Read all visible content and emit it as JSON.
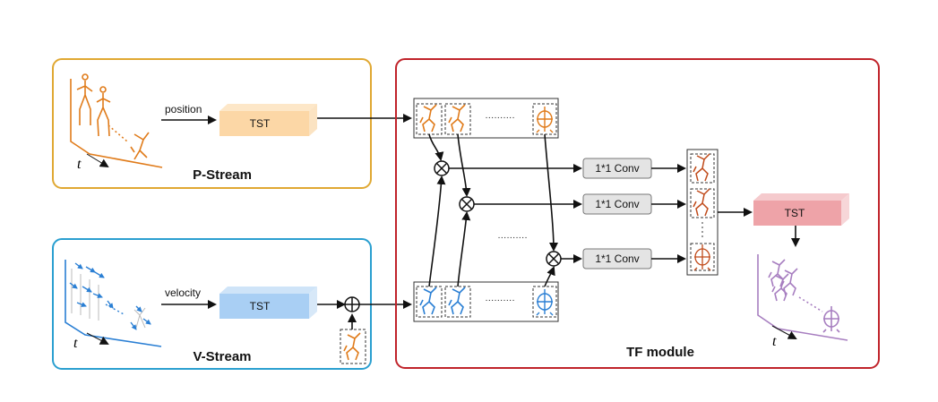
{
  "colors": {
    "p_stream_border": "#e0a832",
    "v_stream_border": "#2a9fd0",
    "tf_border": "#c0232a",
    "orange_skeleton": "#e07b1a",
    "blue_skeleton": "#2a7fd4",
    "purple_skeleton": "#a77ec0",
    "tst_orange": "#fcd7a6",
    "tst_blue": "#a9cff4",
    "tst_red": "#eea3a8",
    "conv_fill": "#e4e4e4"
  },
  "p_stream": {
    "title": "P-Stream",
    "input_label": "position",
    "block_label": "TST",
    "axis_label": "t"
  },
  "v_stream": {
    "title": "V-Stream",
    "input_label": "velocity",
    "block_label": "TST",
    "axis_label": "t"
  },
  "tf_module": {
    "title": "TF module",
    "conv_labels": [
      "1*1 Conv",
      "1*1 Conv",
      "1*1 Conv"
    ],
    "output_block_label": "TST",
    "axis_label": "t",
    "ellipsis": "··········"
  },
  "icons": {
    "multiply": "circled-times-icon",
    "add": "circled-plus-icon"
  }
}
